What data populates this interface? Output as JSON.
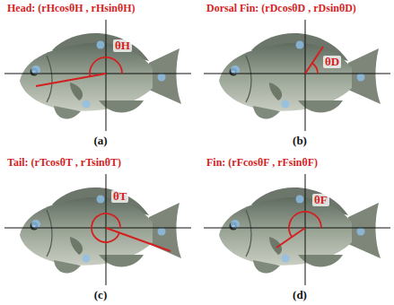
{
  "diagram": {
    "labels": [
      "Head: (rHcosθH , rHsinθH)",
      "θH",
      "(a)",
      "Dorsal Fin: (rDcosθD , rDsinθD)",
      "θD",
      "(b)",
      "Tail: (rTcosθT , rTsinθT)",
      "θT",
      "(c)",
      "Fin: (rFcosθF , rFsinθF)",
      "θF",
      "(d)"
    ]
  }
}
